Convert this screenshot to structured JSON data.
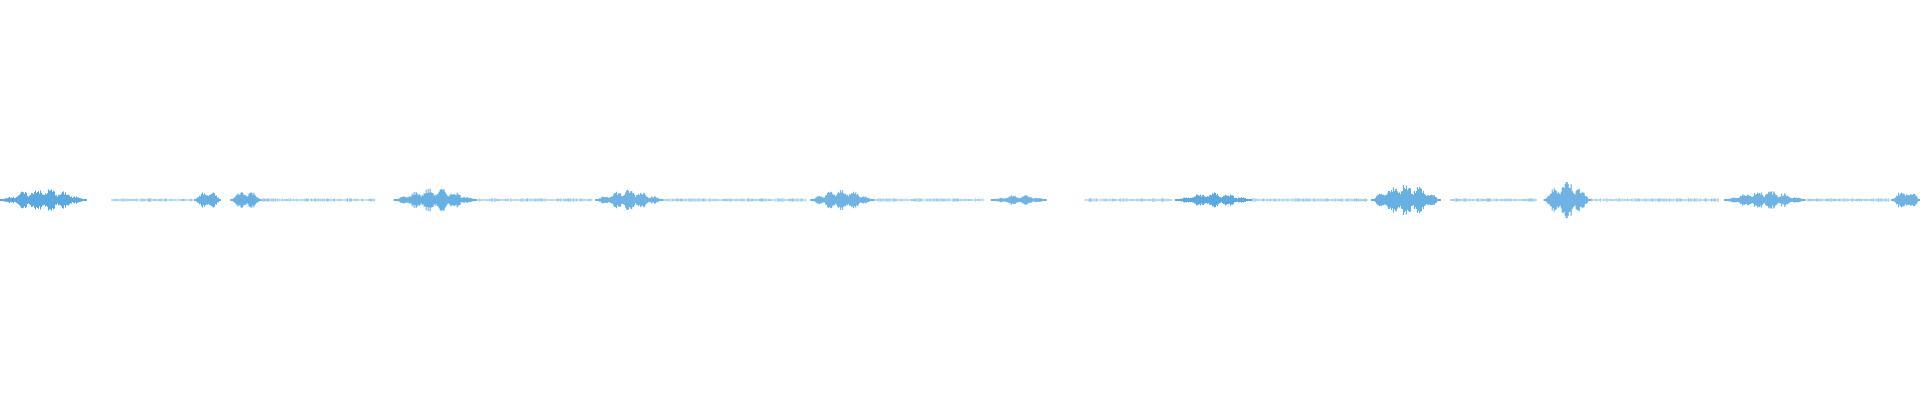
{
  "waveform": {
    "color": "#5aa9e0",
    "description_free": true,
    "bursts": [
      {
        "start": 0.0,
        "end": 0.045,
        "amp": 0.55
      },
      {
        "start": 0.101,
        "end": 0.115,
        "amp": 0.45
      },
      {
        "start": 0.12,
        "end": 0.136,
        "amp": 0.5
      },
      {
        "start": 0.205,
        "end": 0.248,
        "amp": 0.55
      },
      {
        "start": 0.31,
        "end": 0.345,
        "amp": 0.5
      },
      {
        "start": 0.422,
        "end": 0.455,
        "amp": 0.5
      },
      {
        "start": 0.516,
        "end": 0.545,
        "amp": 0.25
      },
      {
        "start": 0.612,
        "end": 0.652,
        "amp": 0.35
      },
      {
        "start": 0.714,
        "end": 0.75,
        "amp": 0.8
      },
      {
        "start": 0.804,
        "end": 0.828,
        "amp": 0.95
      },
      {
        "start": 0.898,
        "end": 0.94,
        "amp": 0.45
      },
      {
        "start": 0.985,
        "end": 1.0,
        "amp": 0.5
      }
    ],
    "noise_segments": [
      {
        "start": 0.058,
        "end": 0.1
      },
      {
        "start": 0.136,
        "end": 0.195
      },
      {
        "start": 0.248,
        "end": 0.308
      },
      {
        "start": 0.345,
        "end": 0.42
      },
      {
        "start": 0.455,
        "end": 0.512
      },
      {
        "start": 0.565,
        "end": 0.61
      },
      {
        "start": 0.652,
        "end": 0.712
      },
      {
        "start": 0.755,
        "end": 0.8
      },
      {
        "start": 0.828,
        "end": 0.895
      },
      {
        "start": 0.94,
        "end": 0.984
      }
    ]
  }
}
